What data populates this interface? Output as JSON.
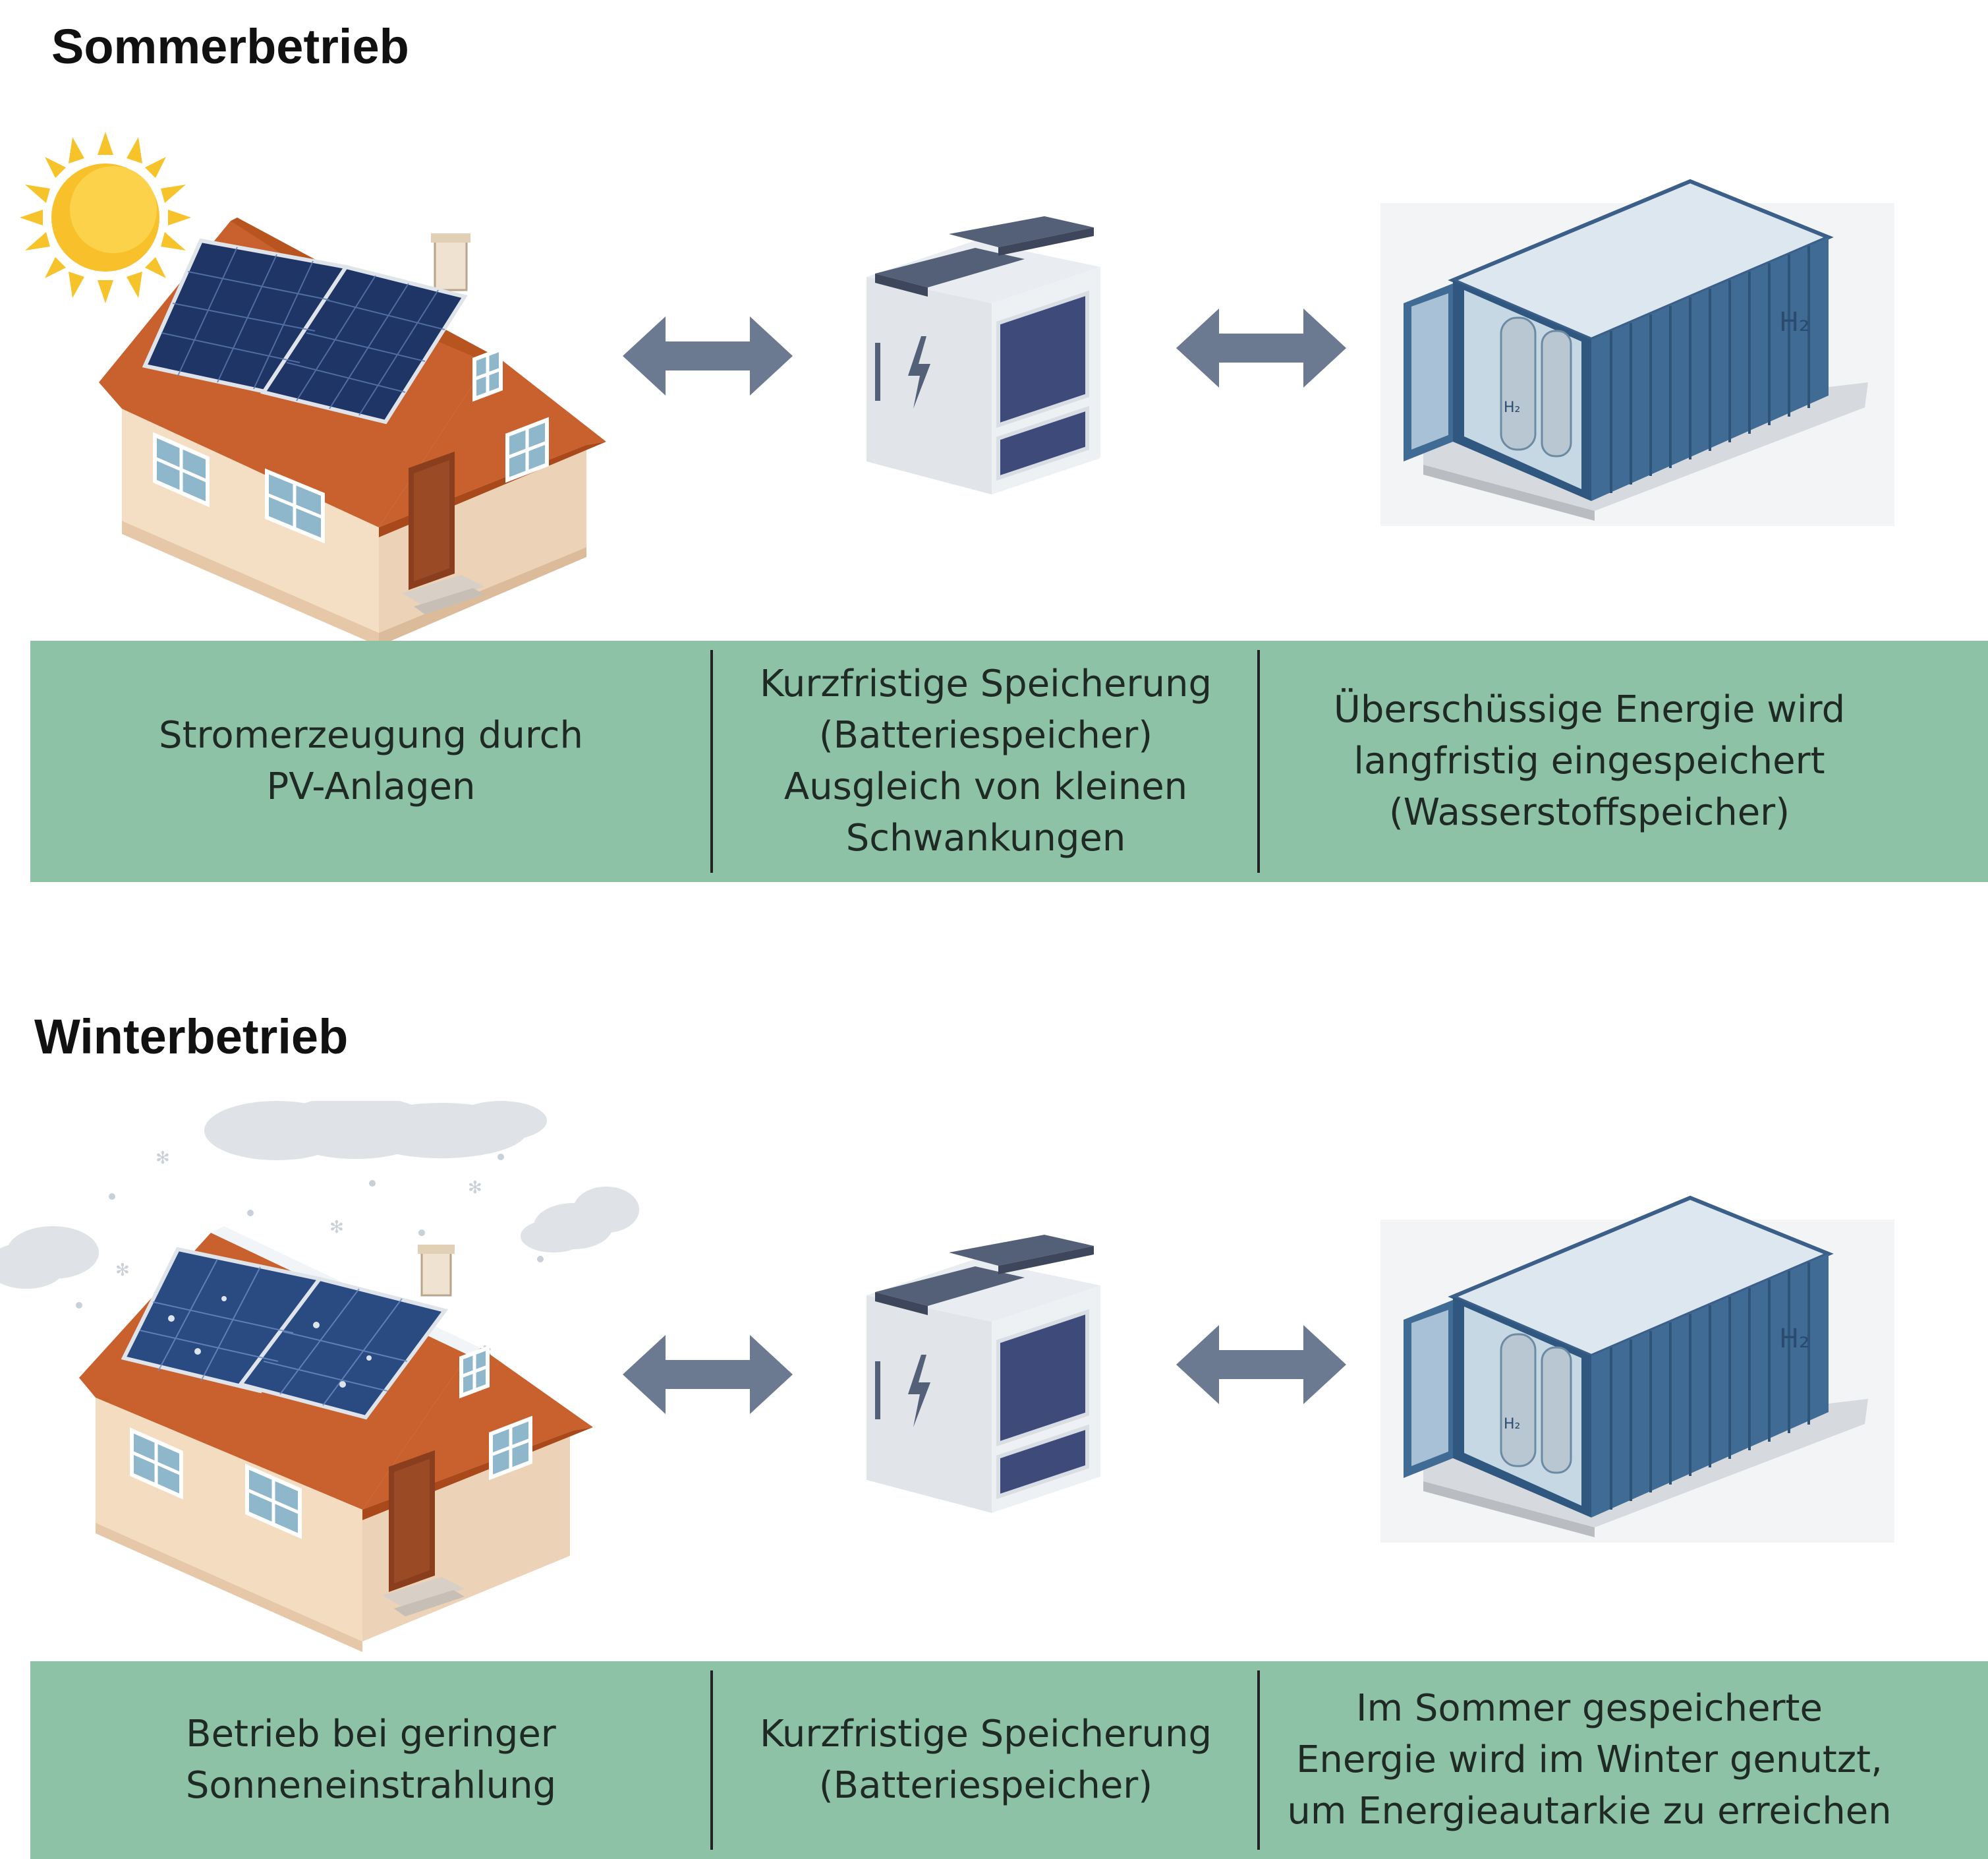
{
  "summer": {
    "title": "Sommerbetrieb",
    "cells": [
      {
        "lines": [
          "Stromerzeugung durch",
          "PV-Anlagen"
        ]
      },
      {
        "lines": [
          "Kurzfristige Speicherung",
          "(Batteriespeicher)",
          "Ausgleich von kleinen",
          "Schwankungen"
        ]
      },
      {
        "lines": [
          "Überschüssige Energie wird",
          "langfristig eingespeichert",
          "(Wasserstoffspeicher)"
        ]
      }
    ]
  },
  "winter": {
    "title": "Winterbetrieb",
    "cells": [
      {
        "lines": [
          "Betrieb bei geringer",
          "Sonneneinstrahlung"
        ]
      },
      {
        "lines": [
          "Kurzfristige Speicherung",
          "(Batteriespeicher)"
        ]
      },
      {
        "lines": [
          "Im Sommer gespeicherte",
          "Energie wird im Winter genutzt,",
          "um Energieautarkie zu erreichen"
        ]
      }
    ]
  },
  "container_label": "H₂",
  "tank_label": "H₂",
  "icons": {
    "sun": "sun-icon",
    "clouds": "cloud-icon",
    "snow": "snowflake-icon",
    "house": "house-with-solar-panels",
    "battery": "battery-storage-unit",
    "hydrogen": "hydrogen-container",
    "arrow": "double-arrow-icon"
  },
  "colors": {
    "band": "#8dc2a7",
    "arrow": "#6b7a90",
    "container": "#3f6b94",
    "roof": "#c8612e",
    "wall": "#f3dcc0",
    "panel": "#1f3566"
  }
}
